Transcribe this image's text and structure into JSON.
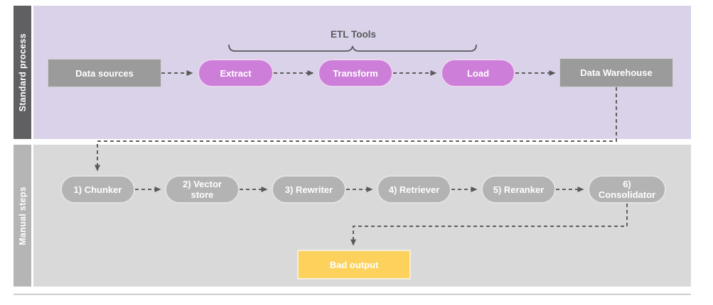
{
  "lanes": {
    "standard": "Standard process",
    "manual": "Manual steps"
  },
  "annotation": "ETL Tools",
  "nodes": {
    "data_sources": "Data sources",
    "extract": "Extract",
    "transform": "Transform",
    "load": "Load",
    "data_warehouse": "Data Warehouse",
    "chunker": "1) Chunker",
    "vector_store": "2) Vector\nstore",
    "rewriter": "3) Rewriter",
    "retriever": "4) Retriever",
    "reranker": "5) Reranker",
    "consolidator": "6)\nConsolidator",
    "bad_output": "Bad output"
  },
  "edges": [
    {
      "from": "Data sources",
      "to": "Extract",
      "style": "dashed-arrow"
    },
    {
      "from": "Extract",
      "to": "Transform",
      "style": "dashed-arrow"
    },
    {
      "from": "Transform",
      "to": "Load",
      "style": "dashed-arrow"
    },
    {
      "from": "Load",
      "to": "Data Warehouse",
      "style": "dashed-arrow"
    },
    {
      "from": "Data Warehouse",
      "to": "1) Chunker",
      "style": "dashed-arrow"
    },
    {
      "from": "1) Chunker",
      "to": "2) Vector store",
      "style": "dashed-arrow"
    },
    {
      "from": "2) Vector store",
      "to": "3) Rewriter",
      "style": "dashed-arrow"
    },
    {
      "from": "3) Rewriter",
      "to": "4) Retriever",
      "style": "dashed-arrow"
    },
    {
      "from": "4) Retriever",
      "to": "5) Reranker",
      "style": "dashed-arrow"
    },
    {
      "from": "5) Reranker",
      "to": "6) Consolidator",
      "style": "dashed-arrow"
    },
    {
      "from": "6) Consolidator",
      "to": "Bad output",
      "style": "dashed-arrow"
    }
  ],
  "bracket": {
    "spans": [
      "Extract",
      "Transform",
      "Load"
    ],
    "label": "ETL Tools"
  },
  "colors": {
    "lane1_bar": "#606063",
    "lane1_bg": "#d9d2e9",
    "lane2_bar": "#b5b5b5",
    "lane2_bg": "#d9d9d9",
    "node_gray_box": "#9b9b9b",
    "node_gray_pill": "#b3b3b3",
    "node_pink": "#cd7ed8",
    "node_yellow": "#fcd25c",
    "connector": "#5f5f5f",
    "label_dark": "#595959",
    "divider": "#cccccc"
  }
}
